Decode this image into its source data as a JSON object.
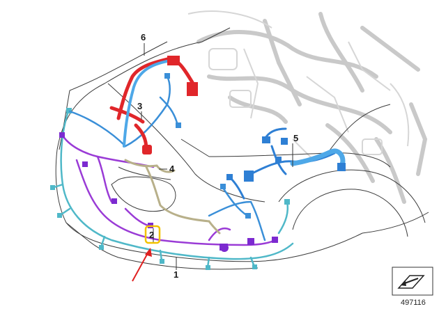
{
  "callouts": [
    {
      "id": "callout-1",
      "label": "1"
    },
    {
      "id": "callout-2",
      "label": "2"
    },
    {
      "id": "callout-3",
      "label": "3"
    },
    {
      "id": "callout-4",
      "label": "4"
    },
    {
      "id": "callout-5",
      "label": "5"
    },
    {
      "id": "callout-6",
      "label": "6"
    }
  ],
  "diagram_id": "497116",
  "highlight": {
    "target": "callout-2",
    "box_color": "#f2c200",
    "arrow_color": "#e02020"
  },
  "harness_colors": {
    "bumper": "#4fb8c8",
    "front_end": "#3a8fd8",
    "battery": "#e0262a",
    "hood": "#b8b08a",
    "engine": "#2e7fd4",
    "fog": "#9a3bd6"
  }
}
